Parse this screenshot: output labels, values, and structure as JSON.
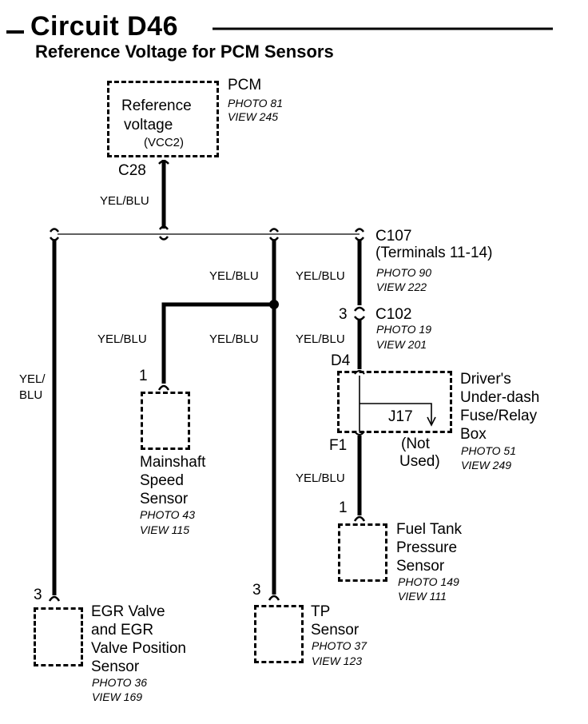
{
  "header": {
    "title": "Circuit D46",
    "subtitle": "Reference Voltage for PCM Sensors"
  },
  "pcm": {
    "name": "PCM",
    "inner_line1": "Reference",
    "inner_line2": "voltage",
    "inner_line3": "(VCC2)",
    "photo": "PHOTO 81",
    "view": "VIEW 245",
    "connector": "C28"
  },
  "wire_color": "YEL/BLU",
  "wire_color_split": {
    "line1": "YEL/",
    "line2": "BLU"
  },
  "c107": {
    "name": "C107",
    "terminals": "(Terminals 11-14)",
    "photo": "PHOTO 90",
    "view": "VIEW 222"
  },
  "c102": {
    "pin": "3",
    "name": "C102",
    "photo": "PHOTO 19",
    "view": "VIEW 201"
  },
  "fuse_box": {
    "in_pin": "D4",
    "out_pin": "F1",
    "jumper": "J17",
    "line1": "Driver's",
    "line2": "Under-dash",
    "line3": "Fuse/Relay",
    "line4": "Box",
    "not_used_1": "(Not",
    "not_used_2": "Used)",
    "photo": "PHOTO 51",
    "view": "VIEW 249"
  },
  "mainshaft": {
    "pin": "1",
    "line1": "Mainshaft",
    "line2": "Speed",
    "line3": "Sensor",
    "photo": "PHOTO 43",
    "view": "VIEW 115"
  },
  "fuel_tank": {
    "pin": "1",
    "line1": "Fuel Tank",
    "line2": "Pressure",
    "line3": "Sensor",
    "photo": "PHOTO 149",
    "view": "VIEW 111"
  },
  "egr": {
    "pin": "3",
    "line1": "EGR Valve",
    "line2": "and EGR",
    "line3": "Valve Position",
    "line4": "Sensor",
    "photo": "PHOTO 36",
    "view": "VIEW 169"
  },
  "tp": {
    "pin": "3",
    "line1": "TP",
    "line2": "Sensor",
    "photo": "PHOTO 37",
    "view": "VIEW 123"
  }
}
